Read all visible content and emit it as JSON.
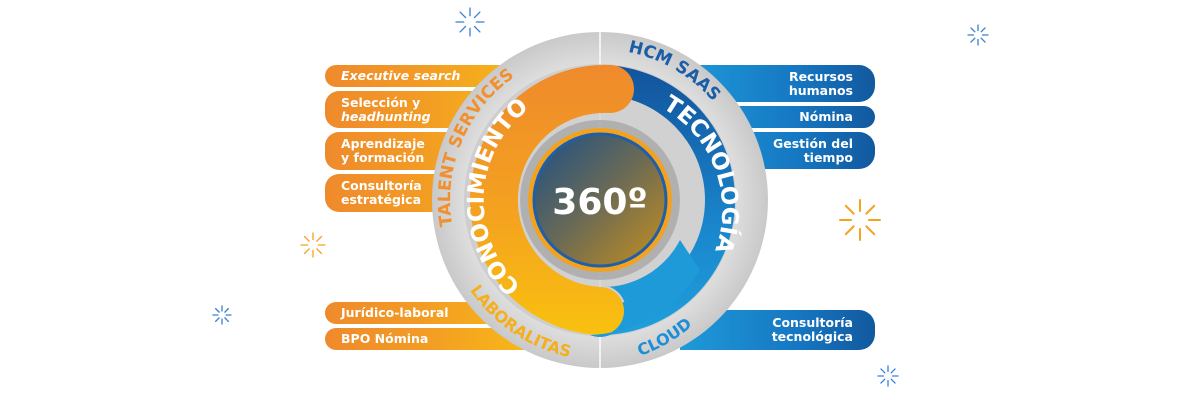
{
  "left_items": [
    {
      "line1": "Executive search",
      "line2": "",
      "italic1": true,
      "italic2": false
    },
    {
      "line1": "Selección y",
      "line2": "headhunting",
      "italic1": false,
      "italic2": true
    },
    {
      "line1": "Aprendizaje",
      "line2": "y formación",
      "italic1": false,
      "italic2": false
    },
    {
      "line1": "Consultoría",
      "line2": "estratégica",
      "italic1": false,
      "italic2": false
    },
    {
      "line1": "Jurídico-laboral",
      "line2": "",
      "italic1": false,
      "italic2": false
    },
    {
      "line1": "BPO Nómina",
      "line2": "",
      "italic1": false,
      "italic2": false
    }
  ],
  "right_items": [
    {
      "line1": "Recursos",
      "line2": "humanos"
    },
    {
      "line1": "Nómina",
      "line2": ""
    },
    {
      "line1": "Gestión del",
      "line2": "tiempo"
    },
    {
      "line1": "Consultoría",
      "line2": "tecnológica"
    }
  ],
  "center": {
    "label": "360º"
  },
  "inner_ring": {
    "left": "CONOCIMIENTO",
    "right": "TECNOLOGÍA"
  },
  "outer_ring": {
    "top_left": "TALENT SERVICES",
    "bottom_left": "LABORALITAS",
    "top_right": "HCM SAAS",
    "bottom_right": "CLOUD"
  },
  "colors": {
    "orange": "#ef8a2c",
    "yellow": "#f7b718",
    "blue": "#1565b0",
    "light_blue": "#1e9ad9",
    "gray": "#d6d6d6"
  }
}
